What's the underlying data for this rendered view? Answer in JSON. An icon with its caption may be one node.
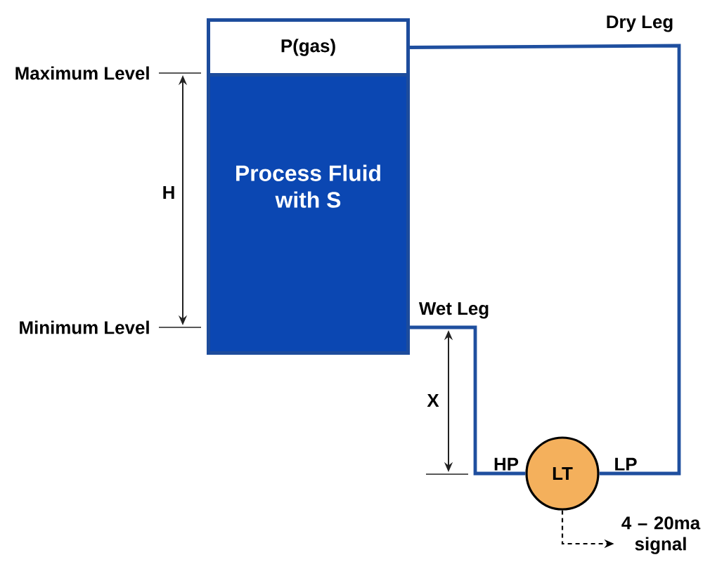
{
  "diagram": {
    "nodes": [
      {
        "text": [
          "P(gas)"
        ]
      },
      {
        "text": [
          "Process Fluid with S"
        ]
      },
      {
        "text": [
          "LT"
        ]
      },
      {
        "text": [
          "4 – 20ma signal"
        ]
      }
    ],
    "edges": [
      {
        "from": 0,
        "to": 2,
        "arrow": "none",
        "label": "Dry Leg"
      },
      {
        "from": 1,
        "to": 2,
        "arrow": "none",
        "label": "Wet Leg"
      },
      {
        "from": 2,
        "to": 3,
        "arrow": "to",
        "style": "dashed",
        "color": "#000000"
      }
    ],
    "labels": [
      "Maximum Level",
      "H",
      "Minimum Level",
      "X",
      "HP",
      "LP"
    ]
  }
}
